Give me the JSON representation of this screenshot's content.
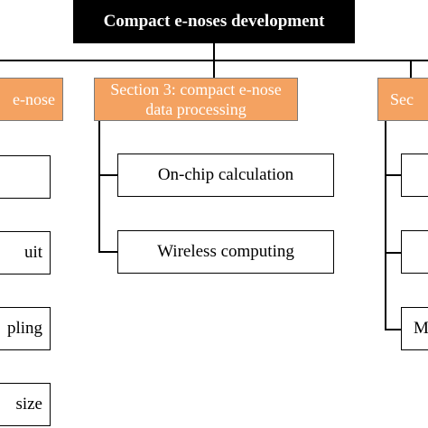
{
  "diagram": {
    "root": {
      "label": "Compact e-noses development"
    },
    "sections": {
      "left": {
        "label": "e-nose",
        "items": [
          "",
          "uit",
          "pling",
          "size"
        ]
      },
      "center": {
        "label_line1": "Section 3: compact e-nose",
        "label_line2": "data processing",
        "items": [
          "On-chip calculation",
          "Wireless computing"
        ]
      },
      "right": {
        "label": "Sec",
        "items": [
          "",
          "",
          "M"
        ]
      }
    },
    "colors": {
      "section_fill": "#f4a261",
      "root_fill": "#000000",
      "line": "#000000"
    }
  }
}
